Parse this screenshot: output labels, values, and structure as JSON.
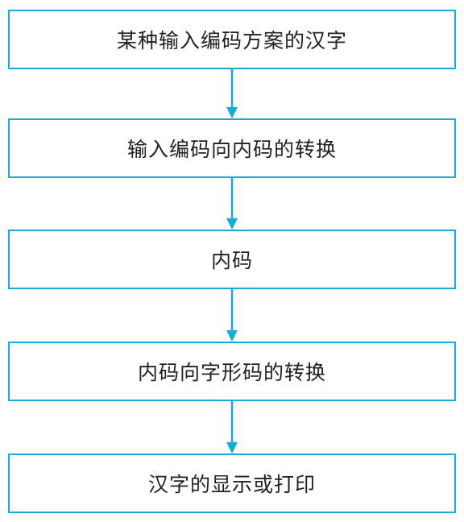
{
  "diagram": {
    "steps": [
      {
        "label": "某种输入编码方案的汉字"
      },
      {
        "label": "输入编码向内码的转换"
      },
      {
        "label": "内码"
      },
      {
        "label": "内码向字形码的转换"
      },
      {
        "label": "汉字的显示或打印"
      }
    ],
    "colors": {
      "border": "#19a9df",
      "arrow": "#19a9df",
      "text": "#222222"
    }
  }
}
